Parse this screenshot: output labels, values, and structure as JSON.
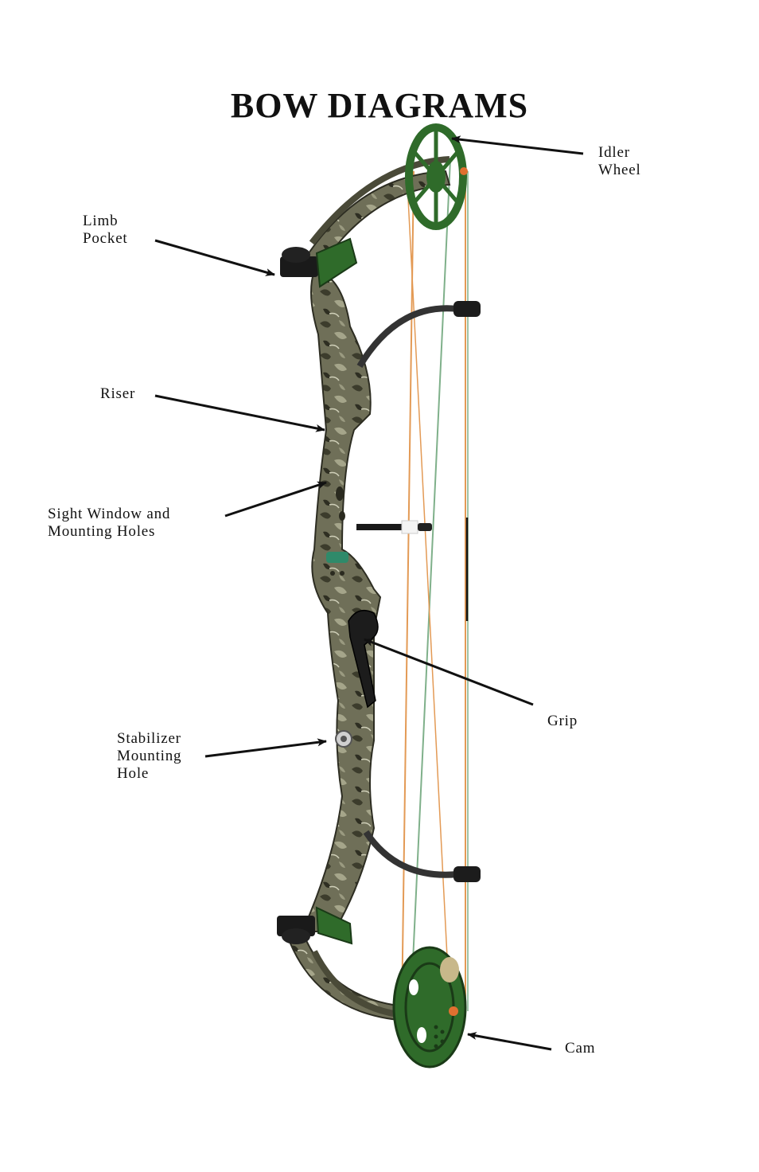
{
  "title": "BOW DIAGRAMS",
  "labels": {
    "idler_wheel": [
      "Idler",
      "Wheel"
    ],
    "limb_pocket": [
      "Limb",
      "Pocket"
    ],
    "riser": [
      "Riser"
    ],
    "sight_window": [
      "Sight Window and",
      "Mounting Holes"
    ],
    "grip": [
      "Grip"
    ],
    "stabilizer": [
      "Stabilizer",
      "Mounting",
      "Hole"
    ],
    "cam": [
      "Cam"
    ]
  },
  "colors": {
    "camo_dark": "#3d3d2e",
    "camo_light": "#8a8a70",
    "wheel_green": "#2f6b2a",
    "string_orange": "#e39a55",
    "string_green": "#7fb08a",
    "arrow": "#111111"
  }
}
